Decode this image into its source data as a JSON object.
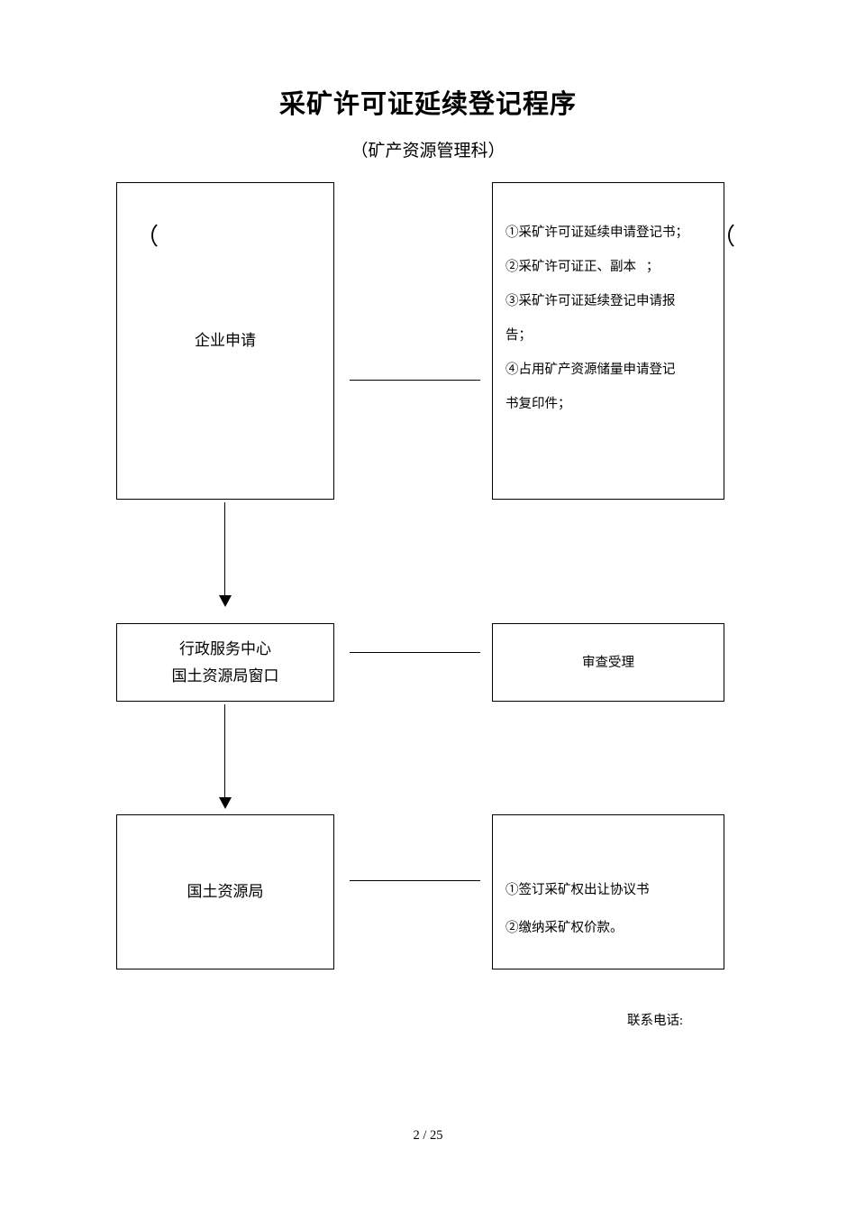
{
  "document": {
    "title": "采矿许可证延续登记程序",
    "subtitle": "（矿产资源管理科）",
    "footer": "2 / 25",
    "contact_label": "联系电话:"
  },
  "flow": {
    "nodes": [
      {
        "id": "applicant",
        "label": "企业申请"
      },
      {
        "id": "service-center",
        "line1": "行政服务中心",
        "line2": "国土资源局窗口"
      },
      {
        "id": "land-bureau",
        "label": "国土资源局"
      }
    ],
    "side_panels": [
      {
        "id": "materials",
        "open_paren": "（",
        "close_paren": "（",
        "items": [
          "①采矿许可证延续申请登记书；",
          "②采矿许可证正、副本   ；",
          "③采矿许可证延续登记申请报",
          "告；",
          "④占用矿产资源储量申请登记",
          "书复印件；"
        ]
      },
      {
        "id": "review",
        "label": "审查受理"
      },
      {
        "id": "agreement",
        "items": [
          "①签订采矿权出让协议书",
          "②缴纳采矿权价款。"
        ]
      }
    ]
  }
}
